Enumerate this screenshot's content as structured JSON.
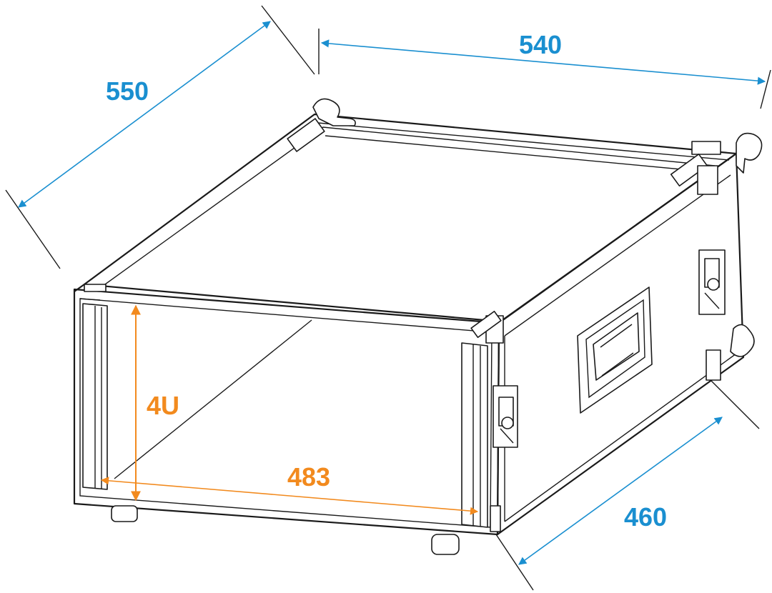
{
  "dimensions": {
    "depth": {
      "label": "550",
      "color": "#1a8fd0"
    },
    "width": {
      "label": "540",
      "color": "#1a8fd0"
    },
    "height_outer": {
      "label": "460",
      "color": "#1a8fd0"
    },
    "rack_width": {
      "label": "483",
      "color": "#f28a1e"
    },
    "rack_units": {
      "label": "4U",
      "color": "#f28a1e"
    }
  },
  "colors": {
    "outline": "#1a1a1a",
    "background": "#ffffff"
  }
}
